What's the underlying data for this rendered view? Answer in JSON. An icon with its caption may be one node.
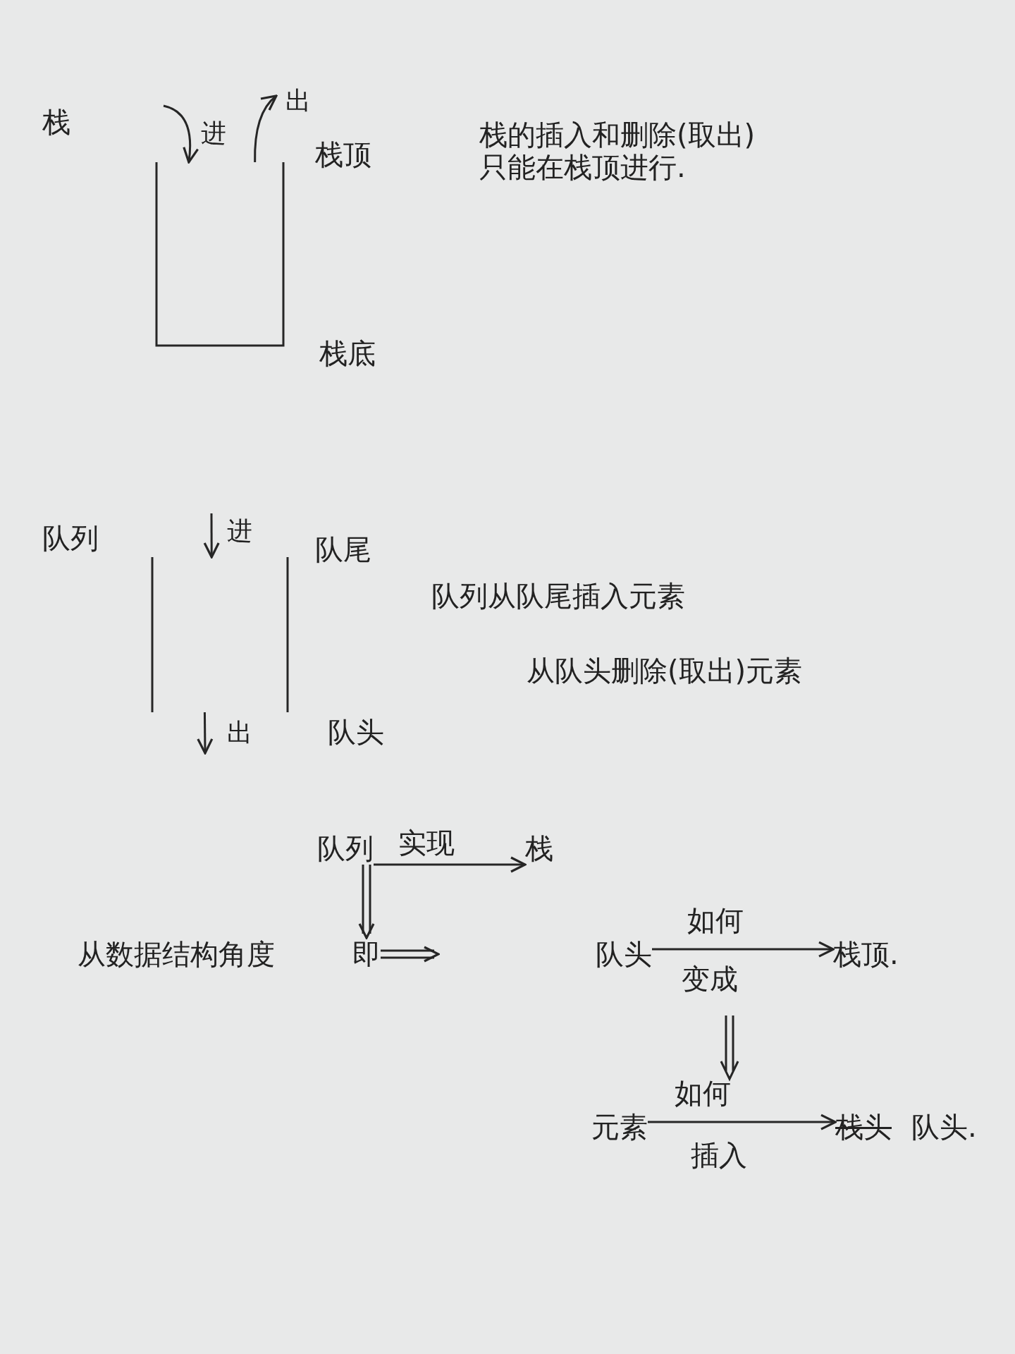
{
  "diagram": {
    "nodes": [
      {
        "text": [],
        "shape": "box",
        "beside": [
          "栈顶",
          "栈底"
        ]
      },
      {
        "text": [],
        "shape": "box",
        "beside": [
          "队尾",
          "队头"
        ]
      },
      {
        "text": [
          "队列"
        ]
      },
      {
        "text": [
          "栈"
        ]
      },
      {
        "text": [
          "即"
        ]
      },
      {
        "text": [
          "队头"
        ]
      },
      {
        "text": [
          "栈顶."
        ]
      },
      {
        "text": [
          "元素"
        ]
      },
      {
        "text": [
          "栈头",
          "队头."
        ]
      }
    ],
    "edges": [
      {
        "from": null,
        "to": 0,
        "arrow": "to",
        "label": "进"
      },
      {
        "from": 0,
        "to": null,
        "arrow": "to",
        "label": "出"
      },
      {
        "from": null,
        "to": 1,
        "arrow": "to",
        "label": "进"
      },
      {
        "from": 1,
        "to": null,
        "arrow": "to",
        "label": "出"
      },
      {
        "from": 2,
        "to": 3,
        "arrow": "to",
        "label": "实现"
      },
      {
        "from": 2,
        "to": 4,
        "arrow": "to"
      },
      {
        "from": 4,
        "to": null,
        "arrow": "to"
      },
      {
        "from": 5,
        "to": 6,
        "arrow": "to",
        "label": "如何"
      },
      {
        "from": 7,
        "to": 8,
        "arrow": "to",
        "label": "如何"
      }
    ],
    "labels": [
      "栈",
      "栈的插入和删除(取出)只能在栈顶进行.",
      "队列",
      "队列从队尾插入元素",
      "从队头删除(取出)元素",
      "从数据结构角度",
      "变成",
      "插入"
    ]
  }
}
